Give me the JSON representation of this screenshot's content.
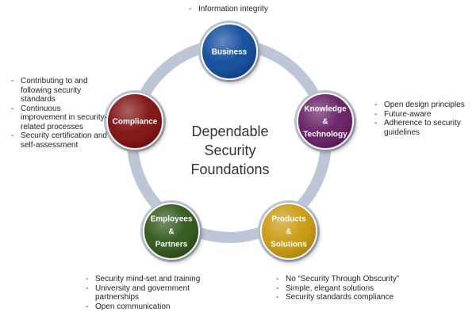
{
  "title": "Dependable Security Foundations",
  "center_lines": [
    "Dependable",
    "Security",
    "Foundations"
  ],
  "colors": {
    "ring": "#bcc6d6",
    "business": "#0b4a9a",
    "knowledge": "#651c63",
    "products": "#c9990a",
    "employees": "#2e5419",
    "compliance": "#7e0b0b"
  },
  "nodes": [
    {
      "id": "business",
      "lines": [
        "Business"
      ],
      "color": "#0b4a9a"
    },
    {
      "id": "knowledge",
      "lines": [
        "Knowledge",
        "&",
        "Technology"
      ],
      "color": "#651c63"
    },
    {
      "id": "products",
      "lines": [
        "Products",
        "&",
        "Solutions"
      ],
      "color": "#c9990a"
    },
    {
      "id": "employees",
      "lines": [
        "Employees",
        "&",
        "Partners"
      ],
      "color": "#2e5419"
    },
    {
      "id": "compliance",
      "lines": [
        "Compliance"
      ],
      "color": "#7e0b0b"
    }
  ],
  "bullets": {
    "business": [
      "Information integrity"
    ],
    "knowledge": [
      "Open design principles",
      "Future-aware",
      "Adherence to security guidelines"
    ],
    "products": [
      "No “Security Through Obscurity”",
      "Simple, elegant solutions",
      "Security standards compliance"
    ],
    "employees": [
      "Security mind-set and training",
      "University and government partnerships",
      "Open communication"
    ],
    "compliance": [
      "Contributing to and following security standards",
      "Continuous improvement in security-related processes",
      "Security certification and self-assessment"
    ]
  }
}
